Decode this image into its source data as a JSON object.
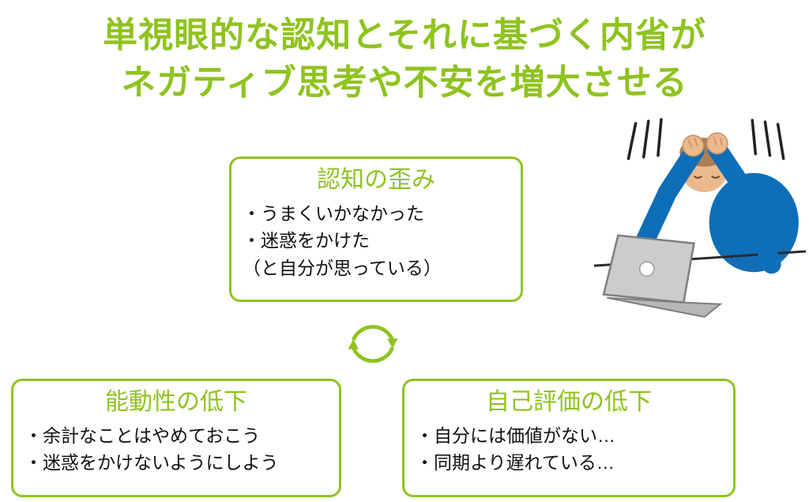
{
  "title": {
    "line1": "単視眼的な認知とそれに基づく内省が",
    "line2": "ネガティブ思考や不安を増大させる"
  },
  "cognition_box": {
    "heading": "認知の歪み",
    "items": [
      "・うまくいかなかった",
      "・迷惑をかけた",
      "（と自分が思っている）"
    ]
  },
  "agency_box": {
    "heading": "能動性の低下",
    "items": [
      "・余計なことはやめておこう",
      "・迷惑をかけないようにしよう"
    ]
  },
  "self_evaluation_box": {
    "heading": "自己評価の低下",
    "items": [
      "・自分には価値がない…",
      "・同期より遅れている…"
    ]
  },
  "icons": {
    "cycle": "cycle-arrows",
    "illustration": "stressed-person-at-laptop"
  },
  "colors": {
    "accent_green": "#8fc31f",
    "text_black": "#111111",
    "illustration_blue": "#0e6eb8",
    "skin": "#eab98d",
    "hair": "#a9805a",
    "laptop_gray": "#c9cacb"
  }
}
